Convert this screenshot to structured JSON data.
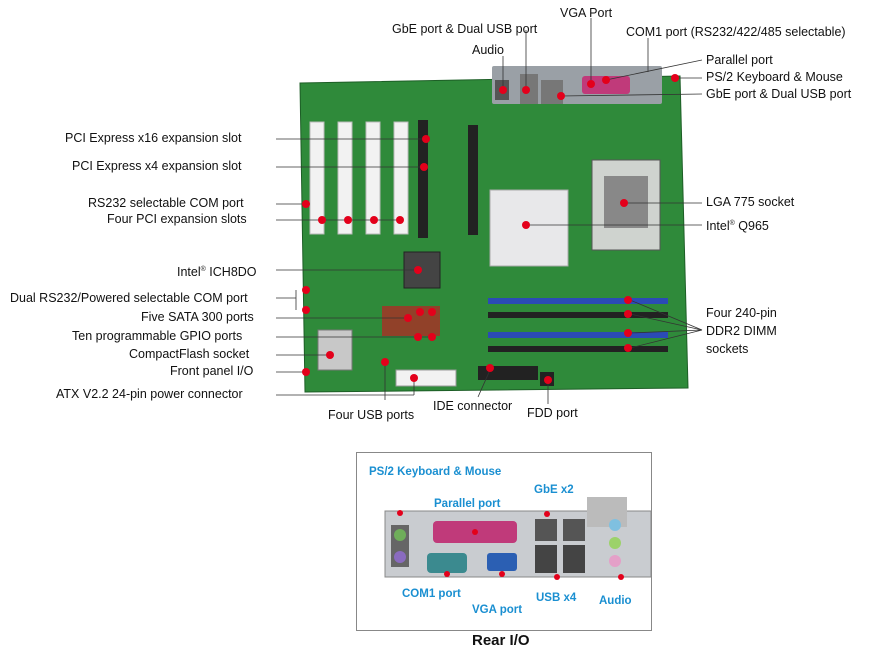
{
  "main_labels": {
    "vga": "VGA Port",
    "gbe_usb_top": "GbE port & Dual USB port",
    "com1_selectable": "COM1 port (RS232/422/485 selectable)",
    "audio": "Audio",
    "parallel": "Parallel port",
    "ps2": "PS/2 Keyboard & Mouse",
    "gbe_usb_right": "GbE port & Dual USB port",
    "pcie16": "PCI Express x16 expansion slot",
    "pcie4": "PCI Express x4 expansion slot",
    "rs232_com": "RS232 selectable COM port",
    "four_pci": "Four PCI expansion slots",
    "lga775": "LGA 775 socket",
    "intel_q965_prefix": "Intel",
    "intel_q965_suffix": " Q965",
    "ich8do_prefix": "Intel",
    "ich8do_suffix": " ICH8DO",
    "registered": "®",
    "dual_rs232": "Dual RS232/Powered selectable COM port",
    "sata": "Five SATA 300 ports",
    "gpio": "Ten programmable GPIO ports",
    "cf": "CompactFlash socket",
    "front_panel": "Front panel I/O",
    "atx": "ATX V2.2 24-pin power connector",
    "dimm_line1": "Four 240-pin",
    "dimm_line2": "DDR2 DIMM",
    "dimm_line3": "sockets",
    "usb_ports": "Four USB ports",
    "ide": "IDE connector",
    "fdd": "FDD port"
  },
  "rear_io": {
    "title": "Rear I/O",
    "ps2": "PS/2 Keyboard & Mouse",
    "parallel": "Parallel port",
    "gbe": "GbE x2",
    "com1": "COM1 port",
    "vga": "VGA port",
    "usb": "USB x4",
    "audio": "Audio"
  },
  "colors": {
    "pcb": "#2f8a3a",
    "callout_dot": "#e3001b",
    "rear_label": "#1a8fd1",
    "dimm": "#2b4bb5"
  }
}
